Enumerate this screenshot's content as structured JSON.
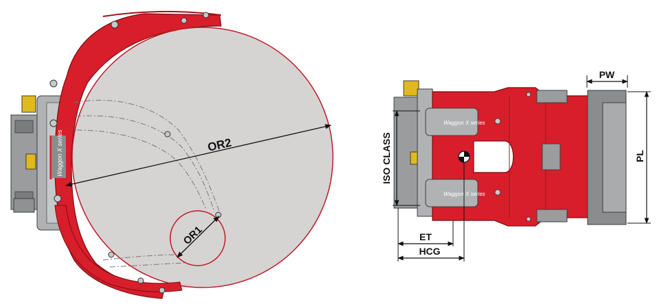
{
  "colors": {
    "background": "#ffffff",
    "clamp_red": "#d81e2a",
    "clamp_red_dark": "#a3121c",
    "steel_grey": "#8a8c8e",
    "steel_dark": "#4a4a4a",
    "roll": "#d6d3d3",
    "rotation_yellow": "#e2b91d",
    "dimension_line": "#111111"
  },
  "left_view": {
    "brand_label": "Waggon X series",
    "dimensions": {
      "outer_radius_large": "OR2",
      "outer_radius_small": "OR1"
    }
  },
  "right_view": {
    "brand_label_upper": "Waggon X series",
    "brand_label_lower": "Waggon X series",
    "dimensions": {
      "pad_width": "PW",
      "pad_length": "PL",
      "iso_class": "ISO CLASS",
      "effective_thickness": "ET",
      "horizontal_center_of_gravity": "HCG"
    }
  }
}
